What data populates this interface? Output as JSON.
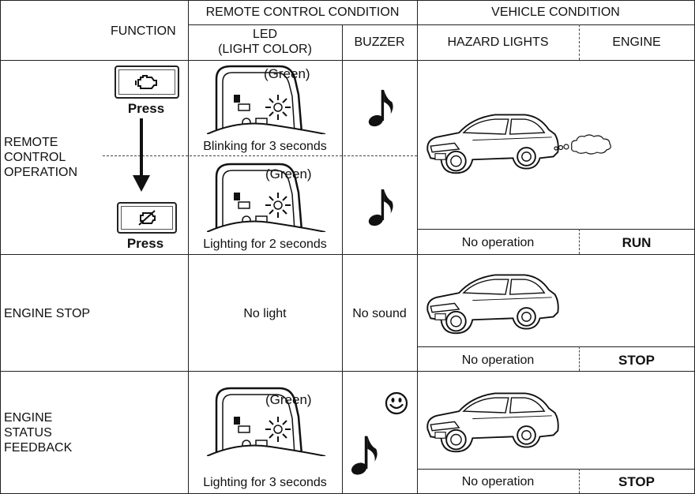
{
  "header": {
    "function": "FUNCTION",
    "remote_control_condition": "REMOTE CONTROL CONDITION",
    "vehicle_condition": "VEHICLE CONDITION",
    "led_line1": "LED",
    "led_line2": "(LIGHT COLOR)",
    "buzzer": "BUZZER",
    "hazard_lights": "HAZARD LIGHTS",
    "engine": "ENGINE"
  },
  "rows": {
    "remote": {
      "function_lines": [
        "REMOTE",
        "CONTROL",
        "OPERATION"
      ],
      "press1": "Press",
      "press2": "Press",
      "led1_color": "(Green)",
      "led1_caption": "Blinking for 3 seconds",
      "led2_color": "(Green)",
      "led2_caption": "Lighting for 2 seconds",
      "hazard": "No operation",
      "engine": "RUN"
    },
    "stop": {
      "function": "ENGINE STOP",
      "led": "No light",
      "buzzer": "No sound",
      "hazard": "No operation",
      "engine": "STOP"
    },
    "feedback": {
      "function_lines": [
        "ENGINE",
        "STATUS",
        "FEEDBACK"
      ],
      "led_color": "(Green)",
      "led_caption": "Lighting for 3 seconds",
      "hazard": "No operation",
      "engine": "STOP"
    }
  },
  "icons": {
    "engine_start_button": "engine-start-icon",
    "engine_stop_button": "engine-stop-icon",
    "music_note": "music-note-icon",
    "smiley": "smiley-icon",
    "car": "car-icon",
    "exhaust": "exhaust-cloud-icon"
  }
}
